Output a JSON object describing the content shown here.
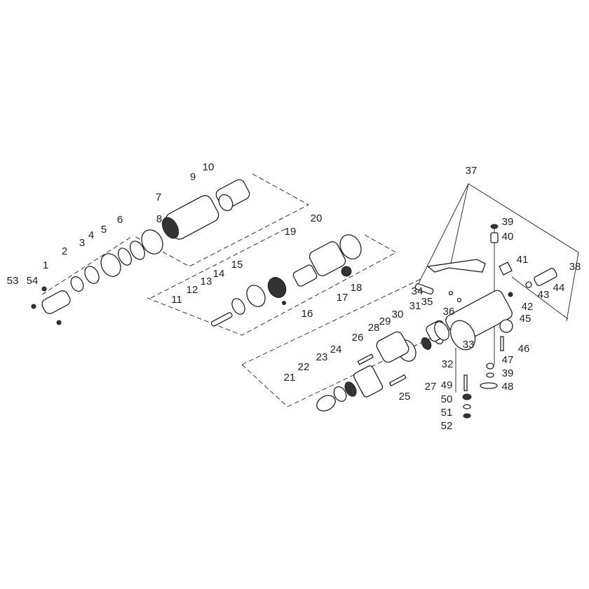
{
  "diagram": {
    "title": "Exploded parts view",
    "part_labels": [
      "10",
      "9",
      "7",
      "8",
      "6",
      "5",
      "4",
      "3",
      "2",
      "1",
      "53",
      "54",
      "20",
      "19",
      "15",
      "14",
      "13",
      "12",
      "11",
      "16",
      "17",
      "18",
      "37",
      "39",
      "40",
      "41",
      "38",
      "44",
      "43",
      "42",
      "34",
      "35",
      "36",
      "45",
      "31",
      "30",
      "29",
      "28",
      "26",
      "33",
      "46",
      "32",
      "47",
      "39",
      "48",
      "24",
      "23",
      "22",
      "21",
      "27",
      "49",
      "25",
      "50",
      "51",
      "52"
    ]
  }
}
